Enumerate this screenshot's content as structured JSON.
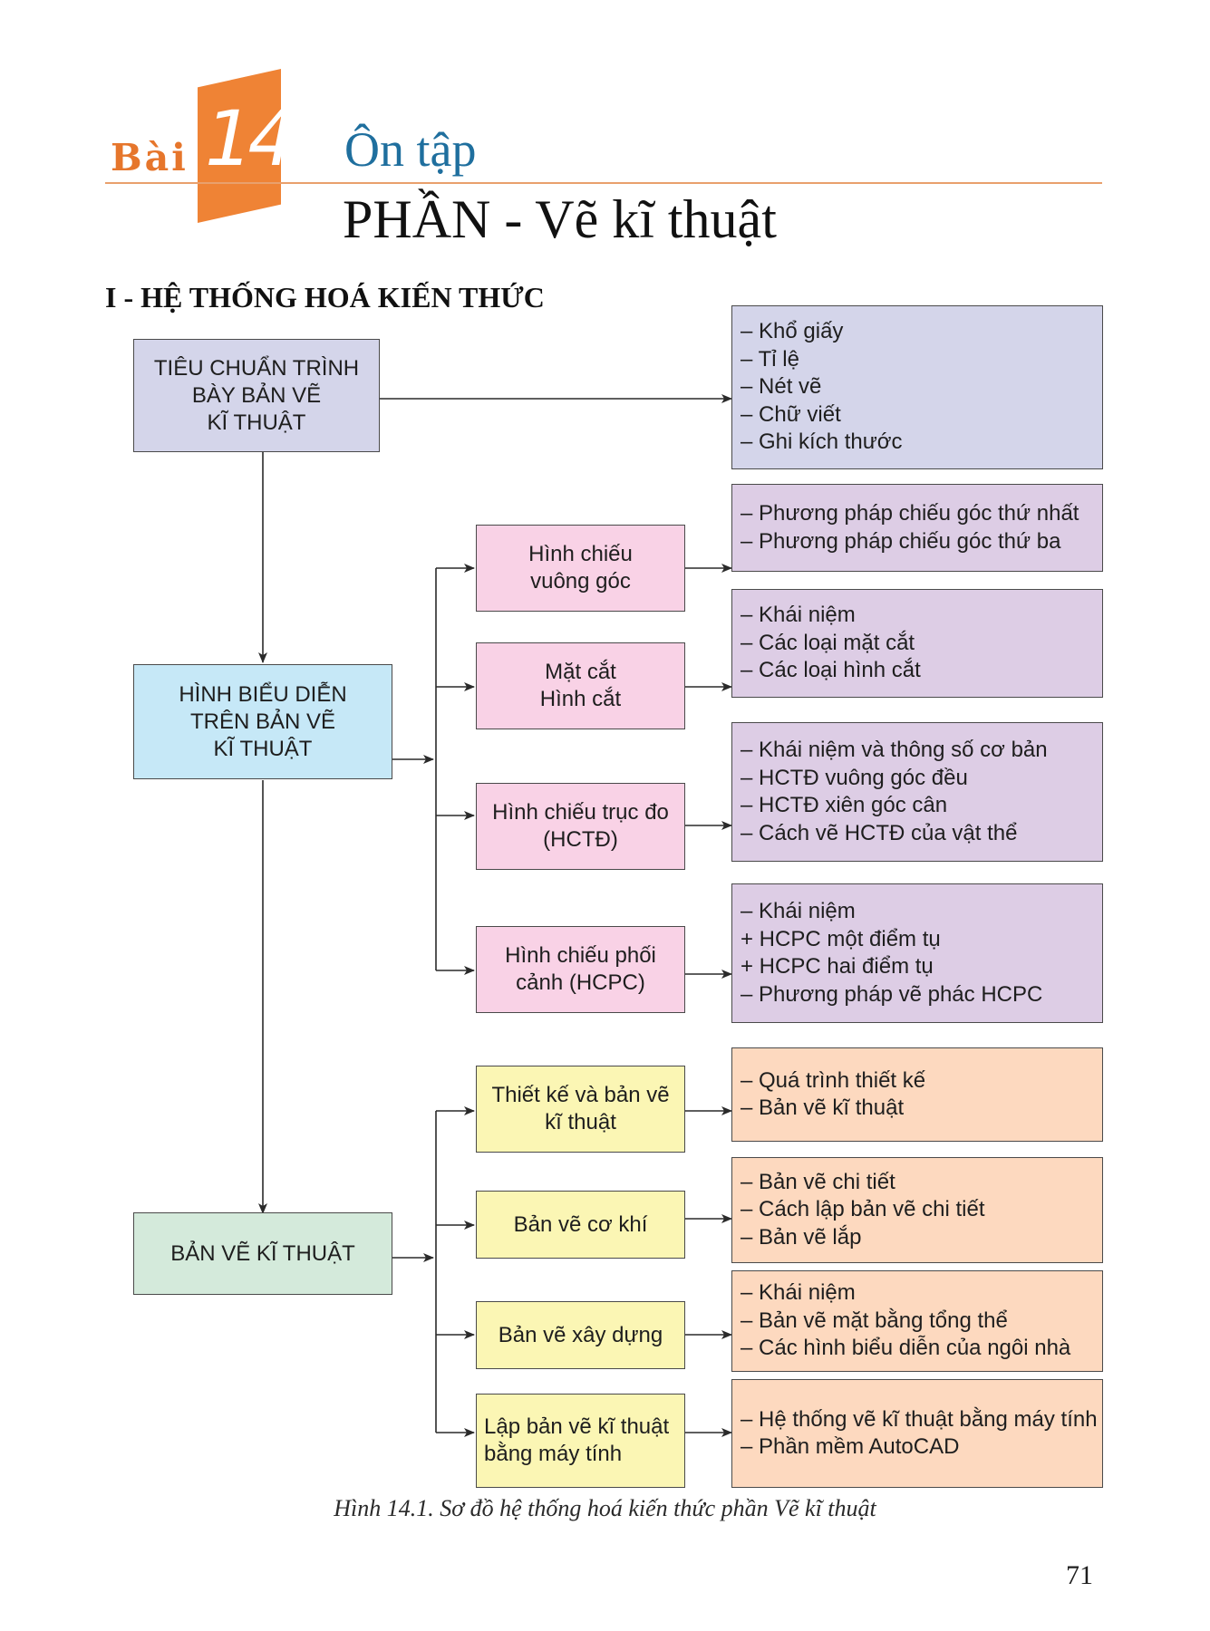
{
  "header": {
    "lesson_word": "Bài",
    "lesson_number": "14",
    "title": "Ôn tập",
    "subtitle": "PHẦN - Vẽ kĩ thuật"
  },
  "section_heading": "I - HỆ THỐNG HOÁ KIẾN THỨC",
  "diagram": {
    "main_nodes": [
      {
        "lines": [
          "TIÊU CHUẨN TRÌNH",
          "BÀY BẢN VẼ",
          "KĨ THUẬT"
        ]
      },
      {
        "lines": [
          "HÌNH BIỂU DIỄN",
          "TRÊN BẢN VẼ",
          "KĨ THUẬT"
        ]
      },
      {
        "lines": [
          "BẢN VẼ KĨ THUẬT"
        ]
      }
    ],
    "standards_details": [
      "– Khổ giấy",
      "– Tỉ lệ",
      "– Nét vẽ",
      "– Chữ viết",
      "– Ghi kích thước"
    ],
    "representation_branches": [
      {
        "lines": [
          "Hình chiếu",
          "vuông góc"
        ],
        "details": [
          "– Phương pháp chiếu góc thứ nhất",
          "– Phương pháp chiếu góc thứ ba"
        ]
      },
      {
        "lines": [
          "Mặt cắt",
          "Hình cắt"
        ],
        "details": [
          "– Khái niệm",
          "– Các loại mặt cắt",
          "– Các loại hình cắt"
        ]
      },
      {
        "lines": [
          "Hình chiếu trục đo",
          "(HCTĐ)"
        ],
        "details": [
          "– Khái niệm và thông số cơ bản",
          "– HCTĐ vuông góc đều",
          "– HCTĐ xiên góc cân",
          "– Cách vẽ HCTĐ của vật thể"
        ]
      },
      {
        "lines": [
          "Hình chiếu phối",
          "cảnh (HCPC)"
        ],
        "details": [
          "– Khái niệm",
          "+ HCPC một điểm tụ",
          "+ HCPC hai điểm tụ",
          "– Phương pháp vẽ phác HCPC"
        ]
      }
    ],
    "drawing_branches": [
      {
        "lines": [
          "Thiết kế và bản vẽ",
          "kĩ thuật"
        ],
        "details": [
          "– Quá trình thiết kế",
          "– Bản vẽ kĩ thuật"
        ]
      },
      {
        "lines": [
          "Bản vẽ cơ khí"
        ],
        "details": [
          "– Bản vẽ chi tiết",
          "– Cách lập bản vẽ chi tiết",
          "– Bản vẽ lắp"
        ]
      },
      {
        "lines": [
          "Bản vẽ xây dựng"
        ],
        "details": [
          "– Khái niệm",
          "– Bản vẽ mặt bằng tổng thể",
          "– Các hình biểu diễn của ngôi nhà"
        ]
      },
      {
        "lines": [
          "Lập bản vẽ kĩ thuật",
          "bằng máy tính"
        ],
        "details": [
          "– Hệ thống vẽ kĩ thuật bằng máy tính",
          "– Phần mềm AutoCAD"
        ]
      }
    ]
  },
  "caption": "Hình 14.1. Sơ đồ hệ thống hoá kiến thức phần Vẽ kĩ thuật",
  "page_number": "71",
  "colors": {
    "accent_orange": "#ef8335",
    "title_blue": "#1f6f9e",
    "standards": "#d4d5ea",
    "representation": "#c6e8f7",
    "drawings": "#d4eadb",
    "rep_branch": "#f9d2e6",
    "rep_detail": "#ddcde5",
    "draw_branch": "#fbf6b4",
    "draw_detail": "#fdd9bf"
  }
}
